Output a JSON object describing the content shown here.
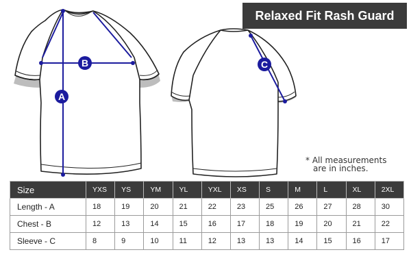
{
  "title": "Relaxed Fit Rash Guard",
  "markers": {
    "a": "A",
    "b": "B",
    "c": "C"
  },
  "note": {
    "line1": "* All measurements",
    "line2": "are in inches."
  },
  "colors": {
    "marker": "#1b1b9e",
    "header_bg": "#3b3b3b",
    "outline": "#222222"
  },
  "table": {
    "corner": "Size",
    "sizes": [
      "YXS",
      "YS",
      "YM",
      "YL",
      "YXL",
      "XS",
      "S",
      "M",
      "L",
      "XL",
      "2XL"
    ],
    "rows": [
      {
        "label": "Length - A",
        "values": [
          "18",
          "19",
          "20",
          "21",
          "22",
          "23",
          "25",
          "26",
          "27",
          "28",
          "30"
        ]
      },
      {
        "label": "Chest - B",
        "values": [
          "12",
          "13",
          "14",
          "15",
          "16",
          "17",
          "18",
          "19",
          "20",
          "21",
          "22"
        ]
      },
      {
        "label": "Sleeve - C",
        "values": [
          "8",
          "9",
          "10",
          "11",
          "12",
          "13",
          "13",
          "14",
          "15",
          "16",
          "17"
        ]
      }
    ]
  }
}
